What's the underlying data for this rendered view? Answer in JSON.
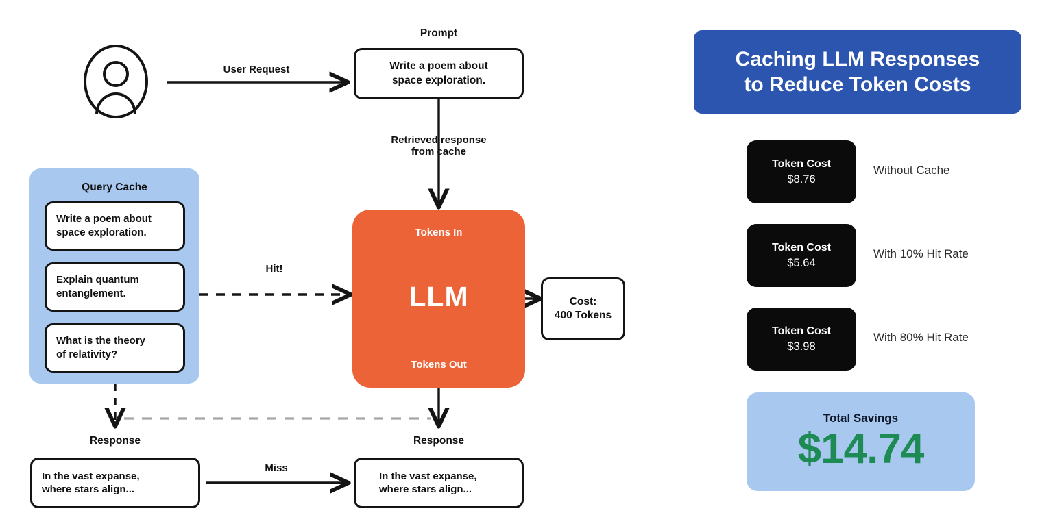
{
  "diagram": {
    "actor": {
      "icon": "user-avatar-icon"
    },
    "prompt": {
      "caption": "Prompt",
      "text_line1": "Write a poem about",
      "text_line2": "space exploration."
    },
    "edges": {
      "user_request": "User Request",
      "retrieved_response_line1": "Retrieved response",
      "retrieved_response_line2": "from cache",
      "hit": "Hit!",
      "miss": "Miss"
    },
    "query_cache": {
      "title": "Query Cache",
      "items": [
        {
          "line1": "Write a poem about",
          "line2": "space exploration."
        },
        {
          "line1": "Explain quantum",
          "line2": "entanglement."
        },
        {
          "line1": "What is the theory",
          "line2": "of relativity?"
        }
      ]
    },
    "llm": {
      "tokens_in": "Tokens In",
      "name": "LLM",
      "tokens_out": "Tokens Out"
    },
    "cost_box": {
      "line1": "Cost:",
      "line2": "400 Tokens"
    },
    "responses": [
      {
        "caption": "Response",
        "line1": "In the vast expanse,",
        "line2": "where stars align..."
      },
      {
        "caption": "Response",
        "line1": "In the vast expanse,",
        "line2": "where stars align..."
      }
    ]
  },
  "panel": {
    "title_line1": "Caching LLM Responses",
    "title_line2": "to Reduce Token Costs",
    "cost_cards": [
      {
        "label": "Token Cost",
        "value": "$8.76",
        "description": "Without Cache"
      },
      {
        "label": "Token Cost",
        "value": "$5.64",
        "description": "With 10% Hit Rate"
      },
      {
        "label": "Token Cost",
        "value": "$3.98",
        "description": "With 80% Hit Rate"
      }
    ],
    "savings": {
      "label": "Total Savings",
      "value": "$14.74"
    }
  },
  "colors": {
    "brand_blue": "#2C55B0",
    "panel_light_blue": "#A8C8F0",
    "llm_orange": "#EC6337",
    "card_black": "#0B0B0B",
    "savings_green": "#1E8A54",
    "stroke_black": "#141414",
    "dashed_gray": "#A6A6A6"
  }
}
